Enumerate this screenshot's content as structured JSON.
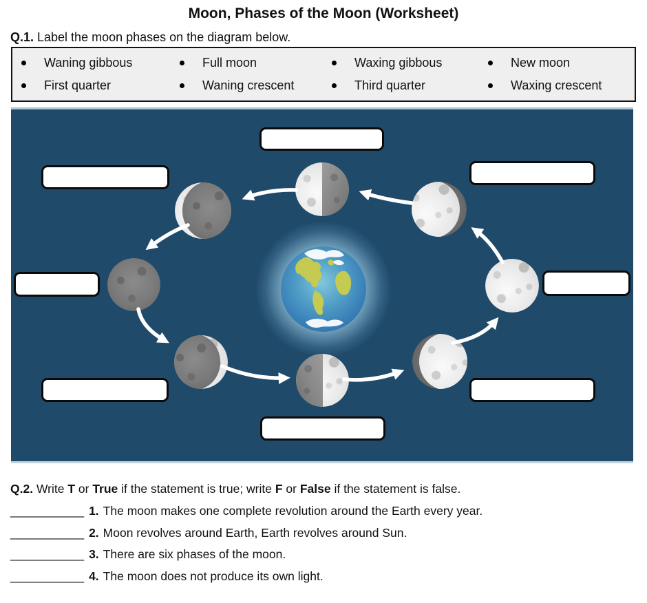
{
  "title": "Moon, Phases of the Moon (Worksheet)",
  "q1": {
    "num": "Q.1.",
    "text": " Label the moon phases on the diagram below."
  },
  "word_bank": {
    "bullet_icon": "filled-circle",
    "items": [
      "Waning gibbous",
      "Full moon",
      "Waxing gibbous",
      "New moon",
      "First quarter",
      "Waning crescent",
      "Third quarter",
      "Waxing crescent"
    ]
  },
  "diagram": {
    "background_color": "#204a6a",
    "arrow_color": "#ffffff",
    "earth_icon": "earth-globe",
    "moons": [
      {
        "id": "moon-top-center",
        "appearance": "half-lit-left"
      },
      {
        "id": "moon-upper-right",
        "appearance": "gibbous-lit-left"
      },
      {
        "id": "moon-right",
        "appearance": "full-lit"
      },
      {
        "id": "moon-lower-right",
        "appearance": "gibbous-lit-right"
      },
      {
        "id": "moon-bottom-center",
        "appearance": "half-lit-right"
      },
      {
        "id": "moon-lower-left",
        "appearance": "crescent-lit-right"
      },
      {
        "id": "moon-left",
        "appearance": "new-dark"
      },
      {
        "id": "moon-upper-left",
        "appearance": "crescent-lit-left"
      }
    ],
    "answer_boxes": [
      {
        "id": "top-center",
        "value": ""
      },
      {
        "id": "upper-left",
        "value": ""
      },
      {
        "id": "upper-right",
        "value": ""
      },
      {
        "id": "left",
        "value": ""
      },
      {
        "id": "right",
        "value": ""
      },
      {
        "id": "lower-left",
        "value": ""
      },
      {
        "id": "lower-right",
        "value": ""
      },
      {
        "id": "bottom-center",
        "value": ""
      }
    ]
  },
  "q2": {
    "heading_segments": [
      {
        "text": "Q.2.",
        "bold": true
      },
      {
        "text": " Write ",
        "bold": false
      },
      {
        "text": "T",
        "bold": true
      },
      {
        "text": " or ",
        "bold": false
      },
      {
        "text": "True",
        "bold": true
      },
      {
        "text": " if the statement is true; write ",
        "bold": false
      },
      {
        "text": "F",
        "bold": true
      },
      {
        "text": " or ",
        "bold": false
      },
      {
        "text": "False",
        "bold": true
      },
      {
        "text": " if the statement is false.",
        "bold": false
      }
    ],
    "blank": "___________",
    "items": [
      {
        "num": "1.",
        "text": "The moon makes one complete revolution around the Earth every year."
      },
      {
        "num": "2.",
        "text": "Moon revolves around Earth, Earth revolves around Sun."
      },
      {
        "num": "3.",
        "text": "There are six phases of the moon."
      },
      {
        "num": "4.",
        "text": "The moon does not produce its own light."
      }
    ]
  }
}
